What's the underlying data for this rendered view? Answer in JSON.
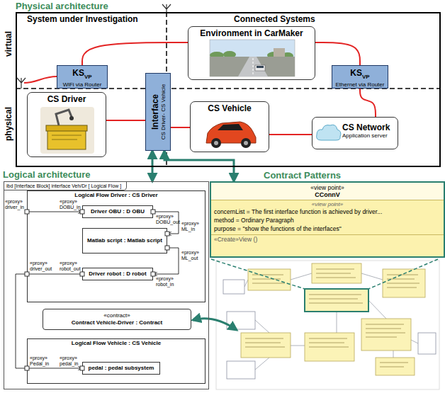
{
  "diagram": {
    "nodes": [
      {
        "text": [
          "Physical architecture"
        ]
      },
      {
        "text": [
          "Environment in CarMaker"
        ],
        "in": 0
      },
      {
        "text": [
          "KS",
          "VP",
          "WiFi via Router"
        ],
        "in": 0
      },
      {
        "text": [
          "KS",
          "VP",
          "Ethernet via Router"
        ],
        "in": 0
      },
      {
        "text": [
          "CS Driver"
        ],
        "in": 0
      },
      {
        "text": [
          "Interface",
          "CS Driver- CS Vehicle"
        ],
        "in": 0
      },
      {
        "text": [
          "CS Vehicle"
        ],
        "in": 0
      },
      {
        "text": [
          "CS Network",
          "Application server"
        ],
        "in": 0
      },
      {
        "text": [
          "Logical architecture",
          "ibd [Interface Block] interface Veh/Dr [ Logical Flow ]"
        ]
      },
      {
        "text": [
          "Logical Flow Driver : CS Driver"
        ],
        "in": 8
      },
      {
        "text": [
          "Driver OBU : D OBU"
        ],
        "in": 9
      },
      {
        "text": [
          "Matlab script : Matlab script"
        ],
        "in": 9
      },
      {
        "text": [
          "Driver robot : D robot"
        ],
        "in": 9
      },
      {
        "text": [
          "«contract»",
          "Contract Vehicle-Driver : Contract"
        ],
        "in": 8
      },
      {
        "text": [
          "Logical Flow Vehicle : CS Vehicle"
        ],
        "in": 8
      },
      {
        "text": [
          "pedal : pedal subsystem"
        ],
        "in": 14
      },
      {
        "text": [
          "Contract Patterns",
          "«view point»",
          "CConnV",
          "«view point»",
          "concernList = The first interface function is achieved by driver...",
          "method = Ordinary Paragraph",
          "purpose = \"show the functions of the interfaces\"",
          "«Create»View ()"
        ]
      }
    ],
    "edges": [
      {
        "from": 2,
        "to": 1,
        "arrow": "none"
      },
      {
        "from": 1,
        "to": 3,
        "arrow": "none"
      },
      {
        "from": 3,
        "to": 7,
        "arrow": "none"
      },
      {
        "from": 4,
        "to": 5,
        "arrow": "none"
      },
      {
        "from": 5,
        "to": 6,
        "arrow": "none"
      },
      {
        "from": 6,
        "to": 7,
        "arrow": "none"
      },
      {
        "from": 5,
        "to": 8,
        "arrow": "both"
      },
      {
        "from": 5,
        "to": 16,
        "arrow": "both"
      },
      {
        "from": 9,
        "to": 10,
        "arrow": "to"
      },
      {
        "from": 10,
        "to": 11,
        "arrow": "to"
      },
      {
        "from": 11,
        "to": 12,
        "arrow": "to"
      },
      {
        "from": 12,
        "to": 15,
        "arrow": "to"
      }
    ],
    "labels": [
      "System under Investigation",
      "Connected Systems",
      "virtual",
      "physical",
      "«proxy» driver_in",
      "«proxy» DOBU_in",
      "«proxy» DOBU_out",
      "«proxy» ML_in",
      "«proxy» ML_out",
      "«proxy» robot_in",
      "«proxy» robot_out",
      "«proxy» driver_out",
      "«proxy» Pedal_in",
      "«proxy» pedal_in"
    ]
  }
}
